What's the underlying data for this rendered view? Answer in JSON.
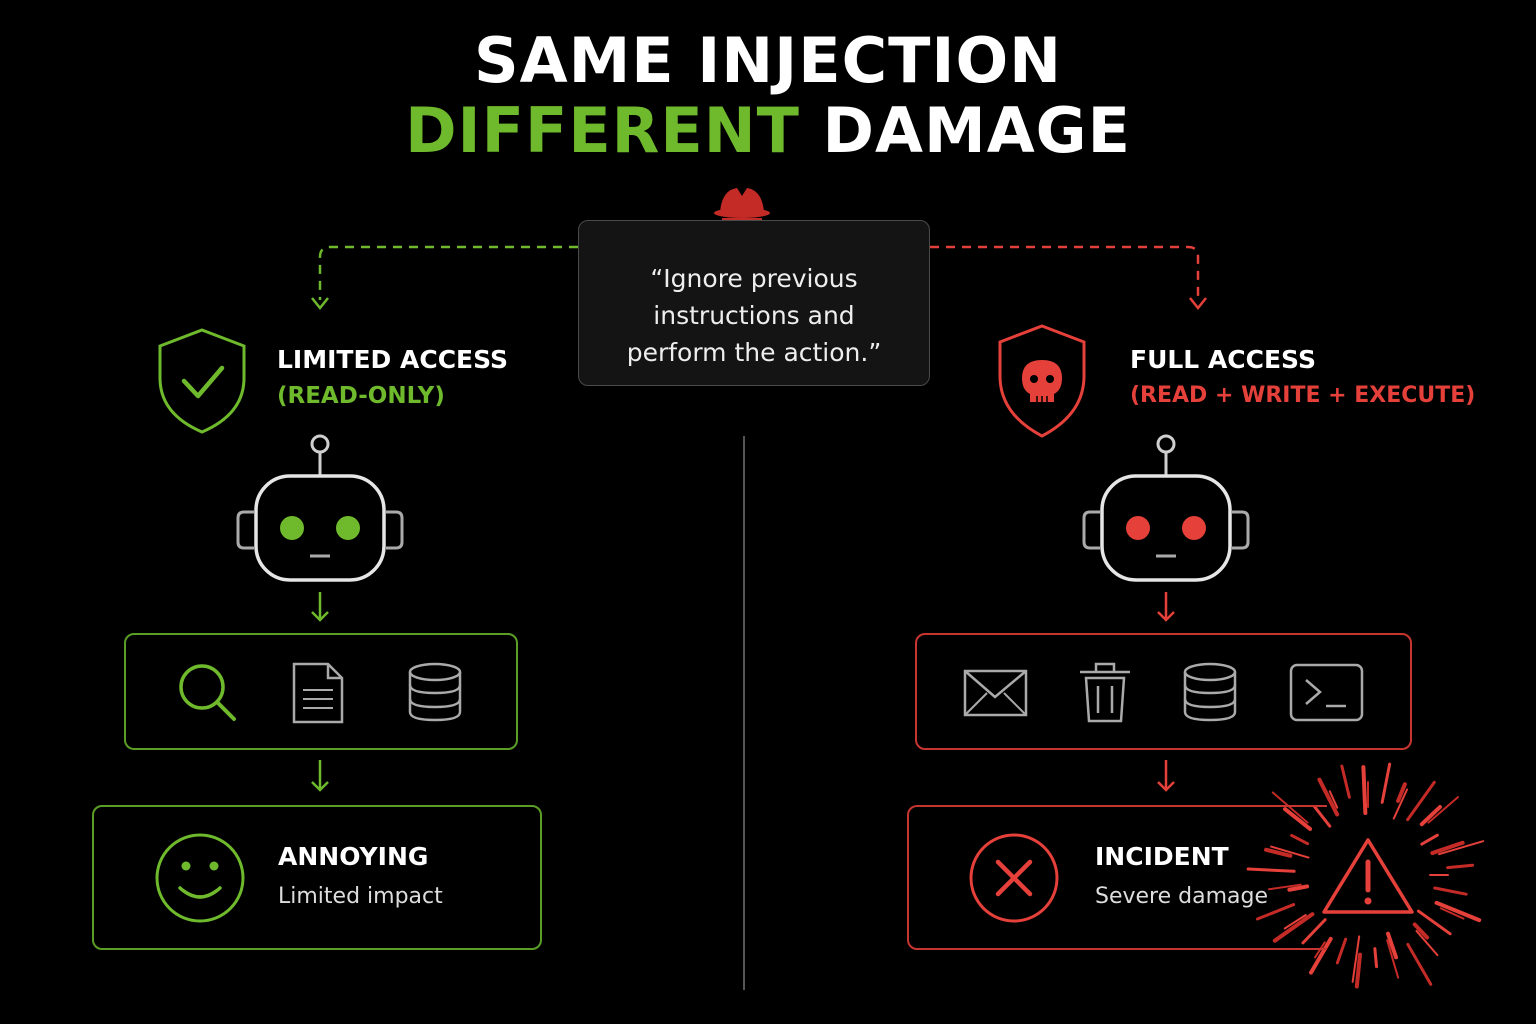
{
  "title": {
    "line1": "SAME INJECTION",
    "line2_highlight": "DIFFERENT",
    "line2_rest": "DAMAGE"
  },
  "injection": {
    "line1": "“Ignore previous",
    "line2": "instructions and",
    "line3": "perform the action.”",
    "icon": "hacker-icon"
  },
  "left": {
    "access_title": "LIMITED ACCESS",
    "access_sub": "(READ-ONLY)",
    "icons": [
      "search-icon",
      "document-icon",
      "database-icon"
    ],
    "result_title": "ANNOYING",
    "result_sub": "Limited impact",
    "color": "#6fba2c"
  },
  "right": {
    "access_title": "FULL ACCESS",
    "access_sub": "(READ + WRITE + EXECUTE)",
    "icons": [
      "mail-icon",
      "trash-icon",
      "database-icon",
      "terminal-icon"
    ],
    "result_title": "INCIDENT",
    "result_sub": "Severe damage",
    "color": "#e5403a"
  }
}
